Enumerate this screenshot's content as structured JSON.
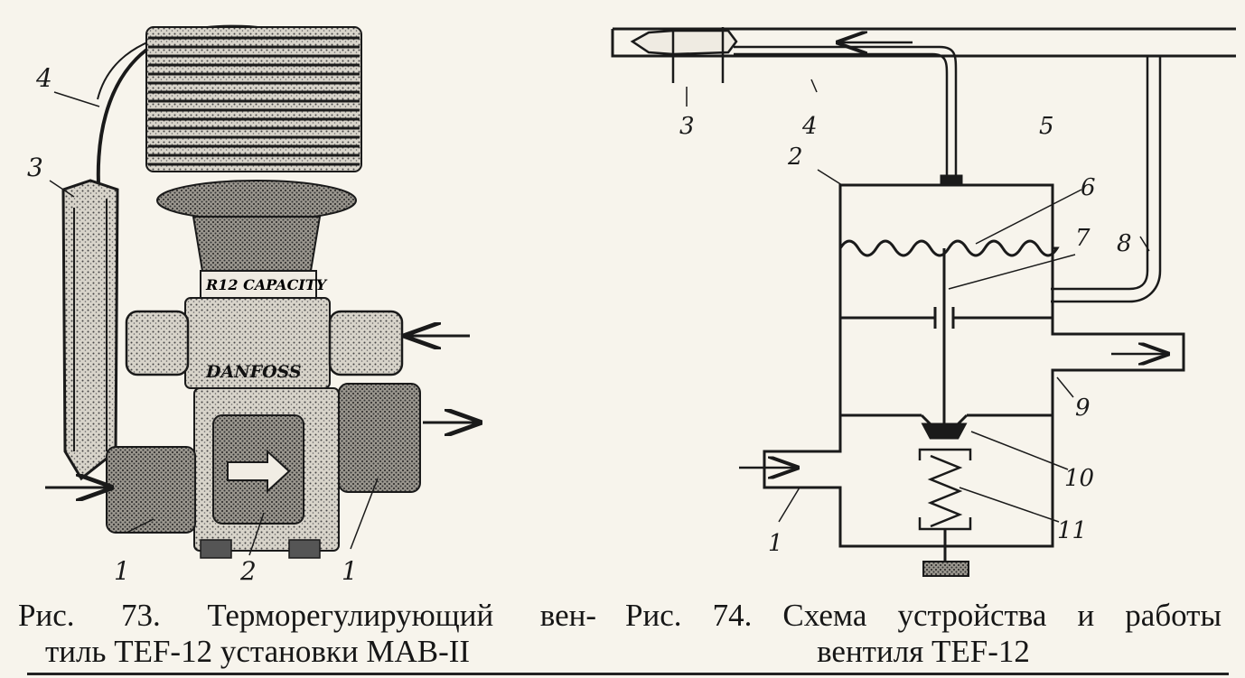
{
  "fig73": {
    "caption_line1": "Рис.  73.  Терморегулирующий  вен-",
    "caption_line2": "тиль TEF-12 установки МАВ-II",
    "labels": {
      "l1a": "1",
      "l2": "2",
      "l1b": "1",
      "l3": "3",
      "l4": "4"
    },
    "body_text_brand": "DANFOSS",
    "body_text_neck": "R12  CAPACITY"
  },
  "fig74": {
    "caption_line1": "Рис.  74.  Схема  устройства  и  работы",
    "caption_line2": "вентиля TEF-12",
    "labels": {
      "l1": "1",
      "l2": "2",
      "l3": "3",
      "l4": "4",
      "l5": "5",
      "l6": "6",
      "l7": "7",
      "l8": "8",
      "l9": "9",
      "l10": "10",
      "l11": "11"
    }
  },
  "colors": {
    "ink": "#1a1a1a",
    "paper": "#f7f4ec"
  }
}
